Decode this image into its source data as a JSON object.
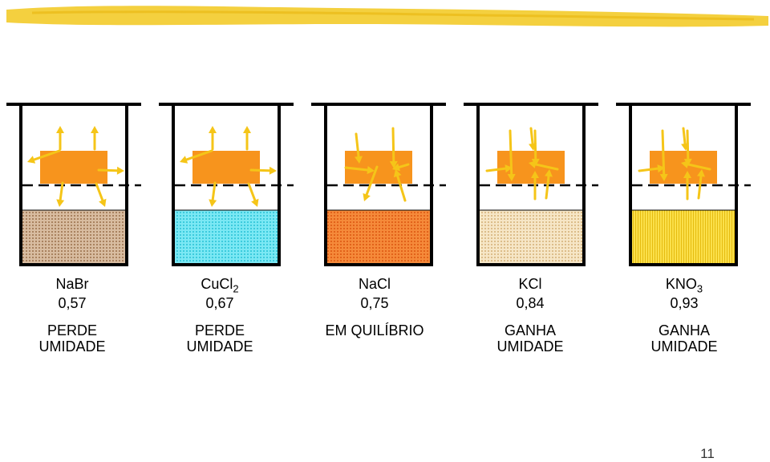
{
  "chambers": [
    {
      "salt": "NaBr",
      "sub": "",
      "aw": "0,57",
      "status_line1": "PERDE",
      "status_line2": "UMIDADE",
      "solution_color": "#c9a88a",
      "arrows": "out"
    },
    {
      "salt": "CuCl",
      "sub": "2",
      "aw": "0,67",
      "status_line1": "PERDE",
      "status_line2": "UMIDADE",
      "solution_color": "#5fdcec",
      "arrows": "out"
    },
    {
      "salt": "NaCl",
      "sub": "",
      "aw": "0,75",
      "status_line1": "EM QUILÍBRIO",
      "status_line2": "",
      "solution_color": "#f07a2a",
      "arrows": "balanced"
    },
    {
      "salt": "KCl",
      "sub": "",
      "aw": "0,84",
      "status_line1": "GANHA",
      "status_line2": "UMIDADE",
      "solution_color": "#f2dcb2",
      "arrows": "in"
    },
    {
      "salt": "KNO",
      "sub": "3",
      "aw": "0,93",
      "status_line1": "GANHA",
      "status_line2": "UMIDADE",
      "solution_color": "#f8d72a",
      "arrows": "in"
    }
  ],
  "colors": {
    "sample": "#f7941d",
    "arrow": "#f5c518",
    "banner": "#f4d03f",
    "chamber": "#000000"
  },
  "page_number": "11"
}
